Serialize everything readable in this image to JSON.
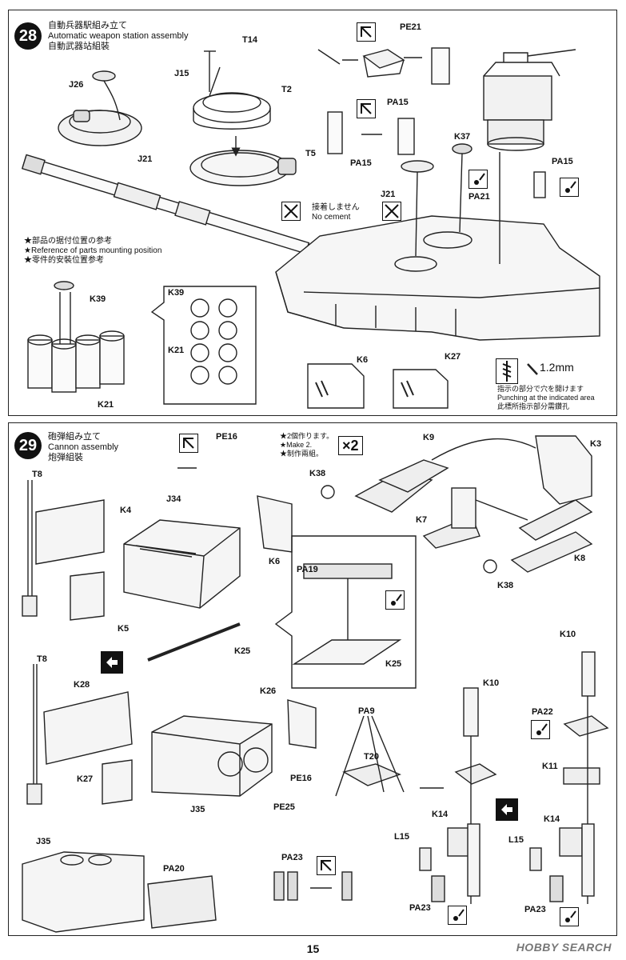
{
  "page_number": "15",
  "watermark": "HOBBY SEARCH",
  "step28": {
    "number": "28",
    "title_jp": "自動兵器駅組み立て",
    "title_en": "Automatic weapon station assembly",
    "title_cn": "自動武器站組裝",
    "reference_jp": "★部品の据付位置の参考",
    "reference_en": "★Reference of parts mounting position",
    "reference_cn": "★零件的安裝位置参考",
    "no_cement_jp": "接着しません",
    "no_cement_en": "No cement",
    "punch_size": "1.2mm",
    "punch_jp": "指示の部分で穴を開けます",
    "punch_en": "Punching at the indicated area",
    "punch_cn": "此標所指示部分需鑽孔",
    "labels": {
      "t14": "T14",
      "j15": "J15",
      "j26": "J26",
      "t2": "T2",
      "t5": "T5",
      "j21a": "J21",
      "pe21": "PE21",
      "pa15a": "PA15",
      "pa15b": "PA15",
      "pa15c": "PA15",
      "k37": "K37",
      "pa21": "PA21",
      "j21b": "J21",
      "k39a": "K39",
      "k21a": "K21",
      "k39b": "K39",
      "k21b": "K21",
      "k6": "K6",
      "k27": "K27"
    }
  },
  "step29": {
    "number": "29",
    "title_jp": "砲弾組み立て",
    "title_en": "Cannon assembly",
    "title_cn": "炮弾組裝",
    "make2_jp": "★2個作ります。",
    "make2_en": "★Make 2.",
    "make2_cn": "★制作兩組。",
    "x2": "×2",
    "labels": {
      "t8a": "T8",
      "k4": "K4",
      "j34": "J34",
      "pe16a": "PE16",
      "k6": "K6",
      "k5": "K5",
      "k25a": "K25",
      "pa19": "PA19",
      "k25b": "K25",
      "k9": "K9",
      "k3": "K3",
      "k38a": "K38",
      "k7": "K7",
      "k8": "K8",
      "k38b": "K38",
      "t8b": "T8",
      "k28": "K28",
      "k26": "K26",
      "k27": "K27",
      "j35a": "J35",
      "pe16b": "PE16",
      "pe25": "PE25",
      "pa9": "PA9",
      "t20": "T20",
      "k10a": "K10",
      "k10b": "K10",
      "pa22": "PA22",
      "k11": "K11",
      "k14a": "K14",
      "k14b": "K14",
      "l15a": "L15",
      "l15b": "L15",
      "pa23a": "PA23",
      "pa23b": "PA23",
      "pa23c": "PA23",
      "j35b": "J35",
      "pa20": "PA20"
    }
  }
}
